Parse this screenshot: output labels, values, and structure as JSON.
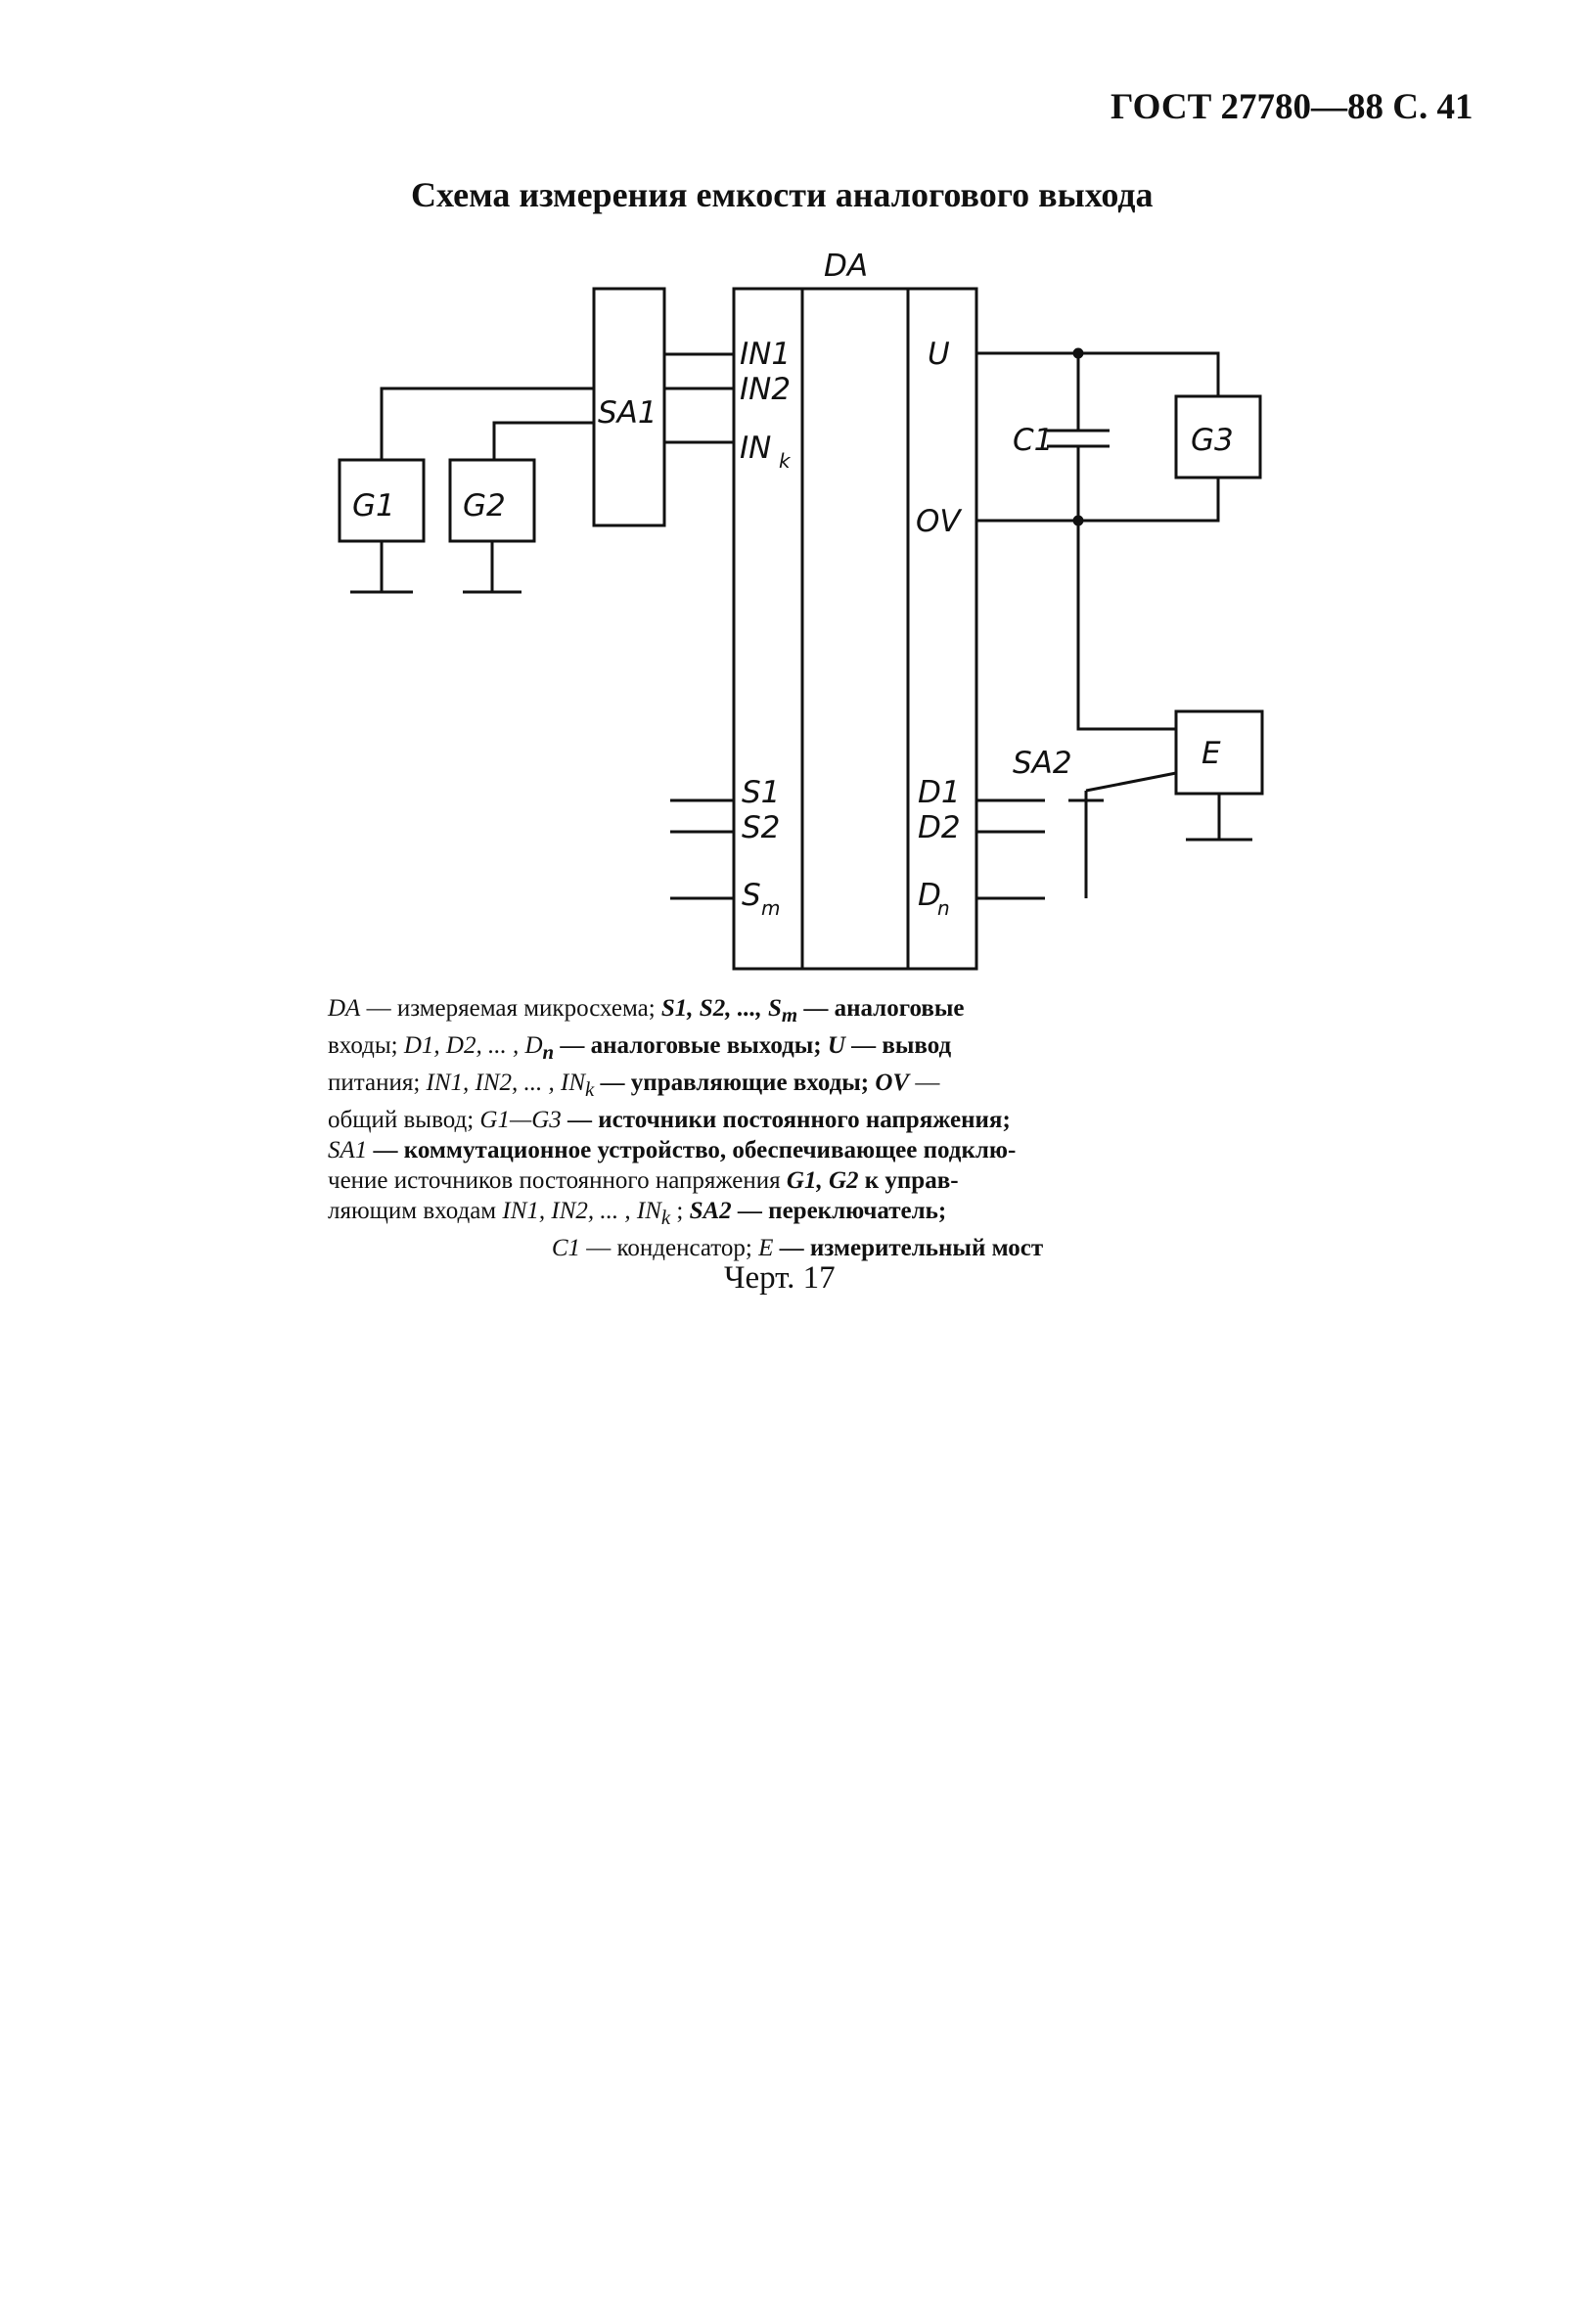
{
  "page_header": "ГОСТ 27780—88 С. 41",
  "title": "Схема измерения емкости аналогового выхода",
  "diagram": {
    "chip": "DA",
    "switch1": "SA1",
    "switch2": "SA2",
    "gen1": "G1",
    "gen2": "G2",
    "gen3": "G3",
    "bridge": "E",
    "capacitor": "C1",
    "pins_left": [
      "IN1",
      "IN2",
      "IN",
      "k",
      "S1",
      "S2",
      "S",
      "m"
    ],
    "pins_right": [
      "U",
      "OV",
      "D1",
      "D2",
      "D",
      "n"
    ]
  },
  "legend": {
    "l1": [
      "DA",
      " — измеряемая микросхема; ",
      "S1, S2, ..., S",
      "m",
      " — аналоговые"
    ],
    "l2": [
      "входы; ",
      "D1, D2, ... , D",
      "n",
      " — аналоговые выходы; ",
      "U",
      " — вывод"
    ],
    "l3": [
      "питания; ",
      "IN1, IN2, ... , IN",
      "k",
      " — управляющие входы; ",
      "OV",
      " —"
    ],
    "l4": [
      "общий вывод; ",
      "G1—G3",
      " — источники постоянного напряжения;"
    ],
    "l5": [
      "SA1",
      " — коммутационное устройство, обеспечивающее подклю-"
    ],
    "l6": [
      "чение источников постоянного напряжения ",
      "G1, G2",
      " к управ-"
    ],
    "l7": [
      "ляющим входам ",
      "IN1, IN2, ... , IN",
      "k",
      " ; ",
      "SA2",
      " — переключатель;"
    ],
    "l8": [
      "C1",
      " — конденсатор; ",
      "E",
      " — измерительный мост"
    ]
  },
  "caption": "Черт. 17"
}
